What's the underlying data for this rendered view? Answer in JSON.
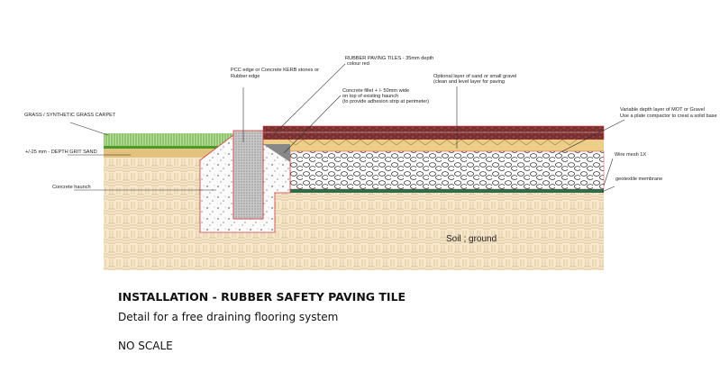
{
  "labels": {
    "rubber_tiles": [
      "RUBBER PAVING TILES - 35mm depth",
      "colour red"
    ],
    "kerb": [
      "PCC edge or Concrete KERB stones or",
      "Rubber edge"
    ],
    "fillet": [
      "Concrete fillet + /- 50mm wide",
      "on top of existing haunch",
      "(to provide adhesion strip at perimeter)"
    ],
    "sand_layer": [
      "Optional layer of sand or small gravel",
      "(clean and level  layer for paving"
    ],
    "mot": [
      "Variable depth layer of MOT or Gravel",
      "Use a plate compactor to creat a solid base"
    ],
    "grass": "GRASS / SYNTHETIC GRASS CARPET",
    "grit_sand": "+/-25 mm - DEPTH GRIT SAND",
    "haunch": "Concrete haunch",
    "wire_mesh": "Wire mesh 1X",
    "geotextile": "geotextile membrane",
    "soil": "Soil ; ground"
  },
  "caption": {
    "title": "INSTALLATION - RUBBER SAFETY PAVING TILE",
    "subtitle": "Detail for a free draining flooring system",
    "scale": "NO SCALE"
  },
  "colors": {
    "soil": "#f3e3c8",
    "tiles": "#7a2a2a",
    "sand": "#e8c880",
    "grass": "#8cc060",
    "membrane": "#2f6b4a",
    "outline": "#d04040"
  }
}
